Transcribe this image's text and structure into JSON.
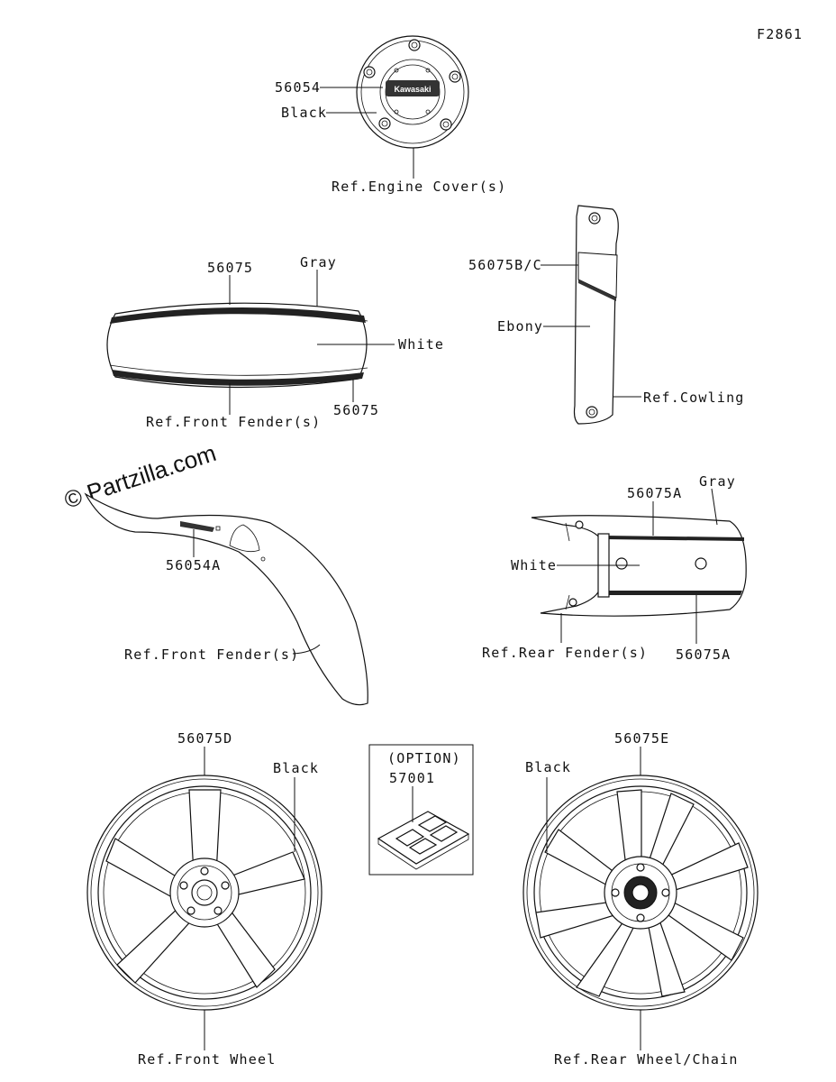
{
  "figure_code": "F2861",
  "watermark": "© Partzilla.com",
  "engine_cover": {
    "part_number": "56054",
    "color": "Black",
    "ref": "Ref.Engine Cover(s)",
    "logo_text": "Kawasaki"
  },
  "front_fender_top": {
    "part_number_top": "56075",
    "color_top": "Gray",
    "color_body": "White",
    "part_number_bottom": "56075",
    "ref": "Ref.Front Fender(s)"
  },
  "cowling": {
    "part_number": "56075B/C",
    "color": "Ebony",
    "ref": "Ref.Cowling"
  },
  "front_fender_side": {
    "part_number": "56054A",
    "ref": "Ref.Front Fender(s)"
  },
  "rear_fender": {
    "part_number_top": "56075A",
    "color_top": "Gray",
    "color_body": "White",
    "part_number_bottom": "56075A",
    "ref": "Ref.Rear Fender(s)"
  },
  "front_wheel": {
    "part_number": "56075D",
    "color": "Black",
    "ref": "Ref.Front Wheel"
  },
  "option_box": {
    "title": "(OPTION)",
    "part_number": "57001"
  },
  "rear_wheel": {
    "part_number": "56075E",
    "color": "Black",
    "ref": "Ref.Rear Wheel/Chain"
  }
}
